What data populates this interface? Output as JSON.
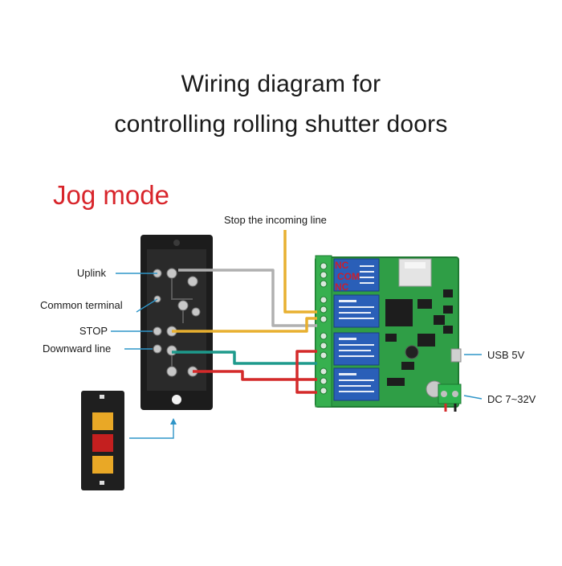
{
  "title": {
    "line1": "Wiring diagram for",
    "line2": "controlling rolling shutter doors"
  },
  "mode_label": "Jog mode",
  "labels": {
    "stop_incoming": "Stop the incoming line",
    "uplink": "Uplink",
    "common_terminal": "Common terminal",
    "stop": "STOP",
    "downward_line": "Downward line",
    "usb": "USB 5V",
    "dc": "DC 7~32V"
  },
  "relay_terminals": [
    "NC",
    "COM",
    "NC"
  ],
  "colors": {
    "mode_red": "#d8252b",
    "wire_yellow": "#e8b030",
    "wire_gray": "#b0b0b0",
    "wire_teal": "#1e9a8c",
    "wire_red": "#d42a2a",
    "leader_blue": "#2f95c8",
    "pcb_green": "#2f9e46",
    "relay_blue": "#2a5fb8"
  }
}
